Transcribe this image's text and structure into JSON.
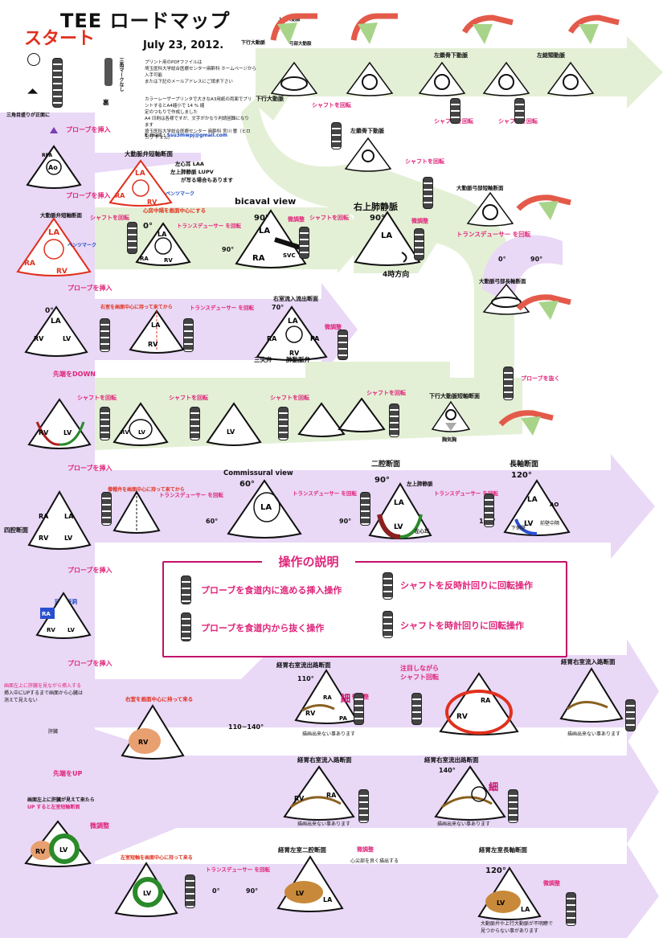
{
  "header": {
    "title": "TEE ロードマップ",
    "start_label": "スタート",
    "date": "July 23, 2012.",
    "print_note": [
      "プリント用のPDFファイルは",
      "埼玉医科大学総合医療センター麻酔科 ホームページから入手可能",
      "または下記のメールアドレスにご請求下さい"
    ],
    "fine_print": [
      "カラーレーザープリンタで大きなA3用紙の両面でプリントするとA4縮小で 14 % 縮",
      "定のつもりで作成しました",
      "A4 印刷は各様ですが、文字がかなり判読困難になります",
      "埼玉医科大学総合医療センター 麻酔科 宮川 響（ヒロカワ トオル）"
    ],
    "email_label": "E-mail :",
    "email": "Ssu3mwpj@gmail.com",
    "mark_label": "三角マークなし",
    "mark_side": "裏"
  },
  "left_column": {
    "triangle_note": "三角目盛りが正面に",
    "front": "表",
    "insert_1": "プローブを挿入",
    "insert_2": "プローブを挿入",
    "insert_3": "プローブを挿入",
    "insert_4": "プローブを挿入",
    "insert_5": "プローブを挿入",
    "tip_down": "先端をDOWN",
    "tip_up": "先端をUP",
    "four_chamber": "四腔断面",
    "coronary_sinus": "冠静脈洞",
    "insert_note": [
      "画面左上に肝臓を見ながら挿入する",
      "挿入中にUPするまで画面から心臓は",
      "消えて見えない"
    ],
    "liver": "肝臓",
    "lv_short_note": [
      "画面左上に肝臓が見えて来たら",
      "UP すると左室短軸断面"
    ],
    "fine_adjust": "微調整"
  },
  "aortic_valve": {
    "title": "大動脈弁短軸断面",
    "laa": "左心耳 LAA",
    "lupv": "左上肺静脈 LUPV",
    "may_see": "が写る場合もあります",
    "benz": "ベンツマーク",
    "center_note": "心房中隔を画面中心にする",
    "shaft": "シャフトを回転",
    "transducer": "トランスデューサー を回転",
    "degrees": [
      "0°",
      "90°"
    ]
  },
  "bicaval": {
    "title": "bicaval view",
    "deg": "90°",
    "ra": "RA",
    "la": "LA",
    "svc": "SVC",
    "fine": "微調整",
    "shaft": "シャフトを回転"
  },
  "rupv": {
    "title": "右上肺静脈",
    "deg": "90°",
    "fine": "微調整",
    "four_oclock": "4時方向",
    "la": "LA"
  },
  "aorta_top": {
    "desc_aorta": "下行大動脈",
    "asc_aorta": "上行大動脈",
    "arch": "弓部大動脈",
    "lsa": "左鎖骨下動脈",
    "lcca": "左総頸動脈",
    "shaft_1": "シャフトを回転",
    "shaft_2": "シャフトを回転",
    "shaft_3": "シャフトを回転",
    "shaft_4": "シャフトを回転",
    "lsa_sub": "左鎖骨下動脈",
    "arch_short": "大動脈弓部短軸断面",
    "transducer": "トランスデューサー を回転",
    "arch_long": "大動脈弓部長軸断面",
    "pull": "プローブを抜く",
    "desc_short": "下行大動脈短軸断面",
    "pleura": "胸気胸",
    "deg": [
      "0°",
      "90°"
    ]
  },
  "rv_inflow": {
    "rv_center": "右室を画面中心に持って来てから",
    "transducer": "トランスデューサー を回転",
    "title": "右室流入流出断面",
    "tricuspid": "三尖弁",
    "pulmonic": "肺動脈弁",
    "fine": "微調整",
    "deg": [
      "0°",
      "70°"
    ]
  },
  "mid_row": {
    "shaft": [
      "シャフトを回転",
      "シャフトを回転",
      "シャフトを回転",
      "シャフトを回転"
    ],
    "rv": "RV",
    "lv": "LV"
  },
  "row5": {
    "center": "僧帽弁を画面中心に持って来てから",
    "transducer": "トランスデューサー を回転",
    "commissural": "Commissural view",
    "comm_deg": "60°",
    "transducer2": "トランスデューサー を回転",
    "two_chamber": "二腔断面",
    "two_deg": "90°",
    "lupv": "左上肺静脈",
    "laa": "左心耳",
    "transducer3": "トランスデューサー を回転",
    "long_axis": "長軸断面",
    "long_deg": "120°",
    "inf_wall": "下側壁",
    "ant_septum": "前壁中隔",
    "deg": [
      "0°",
      "60°",
      "90°",
      "120°"
    ]
  },
  "legend": {
    "title": "操作の説明",
    "items": [
      "プローブを食道内に進める挿入操作",
      "シャフトを反時計回りに回転操作",
      "プローブを食道内から抜く操作",
      "シャフトを時計回りに回転操作"
    ]
  },
  "tg_rows": {
    "rv_outflow": "経胃右室流出路断面",
    "rv_inflow": "経胃右室流入路断面",
    "rv_inflow2": "経胃右室流入路断面",
    "rv_outflow2": "経胃右室流出路断面",
    "rv_center": "右室を画面中心に持って来る",
    "watch": [
      "注目しながら",
      "シャフト回転"
    ],
    "fine": "細",
    "fine_adjust": "微調整",
    "no_view": "描画出来ない事あります",
    "lv_center": "左室短軸を画面中心に持って来る",
    "transducer": "トランスデューサー を回転",
    "lv_two": "経胃左室二腔断面",
    "lv_long": "経胃左室長軸断面",
    "mv_note": "心尖部を良く描出する",
    "asc_note": [
      "大動脈弁や上行大動脈が不明瞭で",
      "見つからない事があります"
    ],
    "deg": [
      "0°",
      "90°",
      "110°",
      "140°",
      "120°",
      "110~140°"
    ]
  }
}
